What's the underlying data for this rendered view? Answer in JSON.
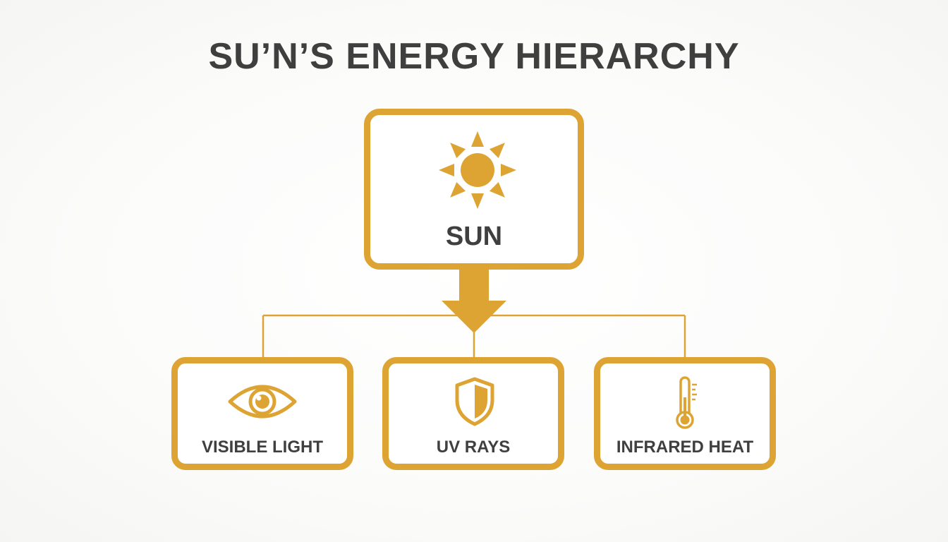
{
  "title": "SU’N’S ENERGY HIERARCHY",
  "colors": {
    "accent": "#dda434",
    "text": "#3f3f3f",
    "background": "#f9f9f8"
  },
  "root": {
    "label": "SUN",
    "icon": "sun-icon"
  },
  "children": [
    {
      "label": "VISIBLE LIGHT",
      "icon": "eye-icon"
    },
    {
      "label": "UV RAYS",
      "icon": "shield-icon"
    },
    {
      "label": "INFRARED HEAT",
      "icon": "thermometer-icon"
    }
  ]
}
